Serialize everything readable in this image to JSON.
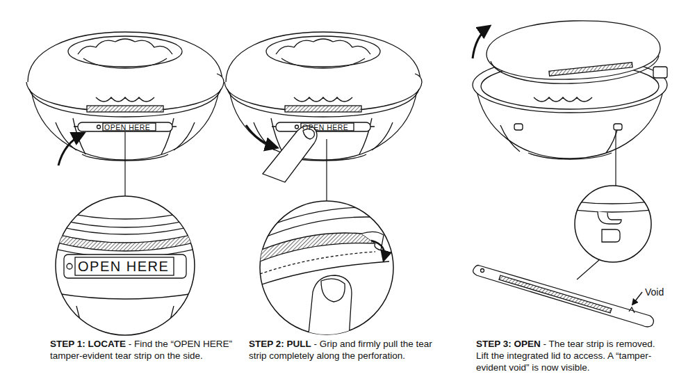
{
  "diagram": {
    "labels": [
      "OPEN HERE",
      "OPEN HERE",
      "OPEN HERE",
      "Void",
      "STEP 1: LOCATE",
      "- Find the “OPEN HERE” tamper-evident tear strip on the side.",
      "STEP 2: PULL",
      "- Grip and firmly pull the tear strip completely along the perforation.",
      "STEP 3: OPEN",
      "- The tear strip is removed. Lift the integrated lid to access. A “tamper-evident void” is now visible."
    ]
  }
}
